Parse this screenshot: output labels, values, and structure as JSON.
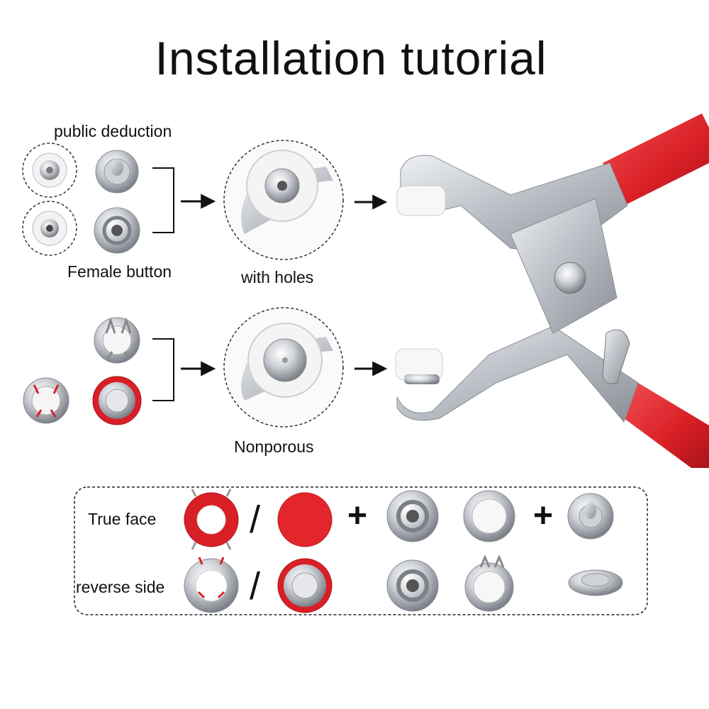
{
  "title": "Installation tutorial",
  "labels": {
    "public_deduction": "public deduction",
    "female_button": "Female button",
    "with_holes": "with holes",
    "nonporous": "Nonporous",
    "true_face": "True face",
    "reverse_side": "reverse side"
  },
  "symbols": {
    "slash": "/",
    "plus": "+"
  },
  "colors": {
    "accent_red": "#e3262b",
    "metal": "#c9ccd1",
    "text": "#111111"
  }
}
